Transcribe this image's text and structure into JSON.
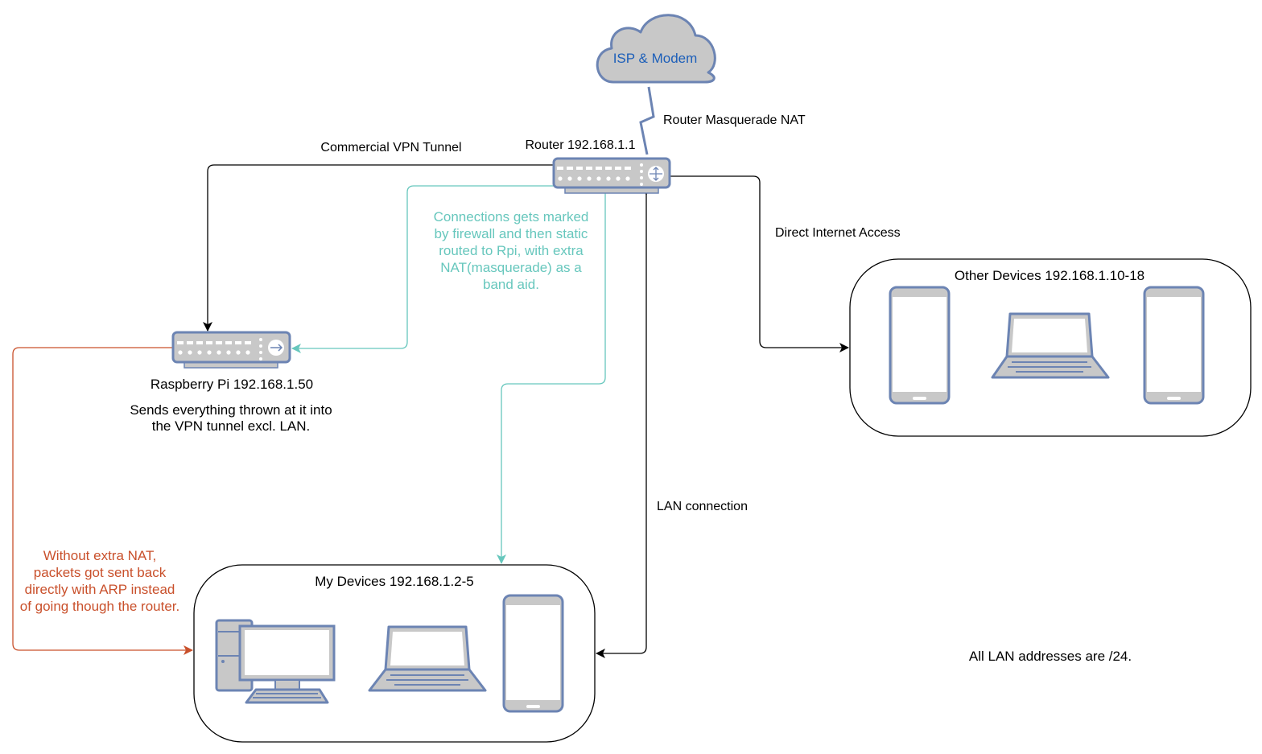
{
  "colors": {
    "black": "#000000",
    "teal": "#67c7bd",
    "orange": "#c9502b",
    "device_stroke": "#6c84b3",
    "device_fill": "#c8c8c8",
    "screen_fill": "#ffffff",
    "isp_text": "#1d5fb9"
  },
  "nodes": {
    "isp": {
      "label": "ISP & Modem",
      "icon": "cloud-icon"
    },
    "router": {
      "label": "Router 192.168.1.1",
      "icon": "router-icon"
    },
    "rpi": {
      "label": "Raspberry Pi 192.168.1.50",
      "icon": "switch-icon",
      "description": "Sends everything thrown at it into the VPN tunnel excl. LAN."
    },
    "other_devices": {
      "label": "Other Devices 192.168.1.10-18",
      "devices": [
        "phone-icon",
        "laptop-icon",
        "phone-icon"
      ]
    },
    "my_devices": {
      "label": "My Devices 192.168.1.2-5",
      "devices": [
        "desktop-icon",
        "laptop-icon",
        "phone-icon"
      ]
    }
  },
  "edges": {
    "wan": {
      "label": "Router Masquerade NAT"
    },
    "vpn": {
      "label": "Commercial VPN Tunnel"
    },
    "direct": {
      "label": "Direct Internet Access"
    },
    "lan": {
      "label": "LAN connection"
    }
  },
  "notes": {
    "teal": "Connections gets marked by firewall and then static routed to Rpi, with extra NAT(masquerade) as a band aid.",
    "orange": "Without extra NAT, packets got sent back directly with ARP instead of going though the router.",
    "footer": "All LAN addresses are /24."
  }
}
